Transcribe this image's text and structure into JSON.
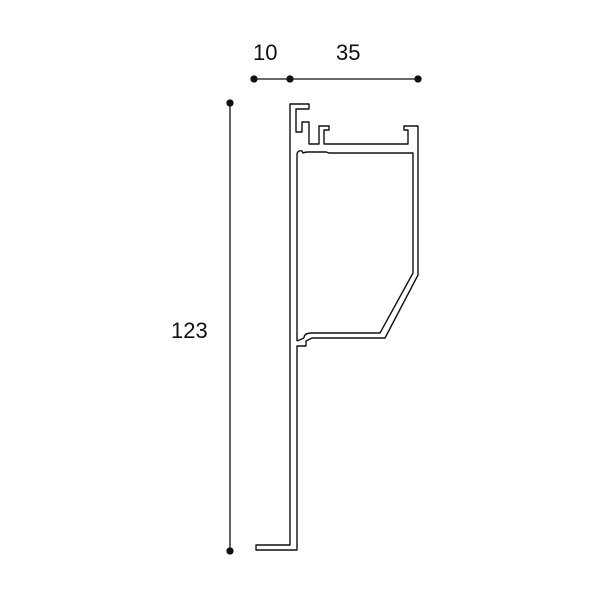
{
  "dimensions": {
    "width_a": "10",
    "width_b": "35",
    "height": "123"
  },
  "colors": {
    "line": "#111111",
    "background": "#ffffff"
  }
}
